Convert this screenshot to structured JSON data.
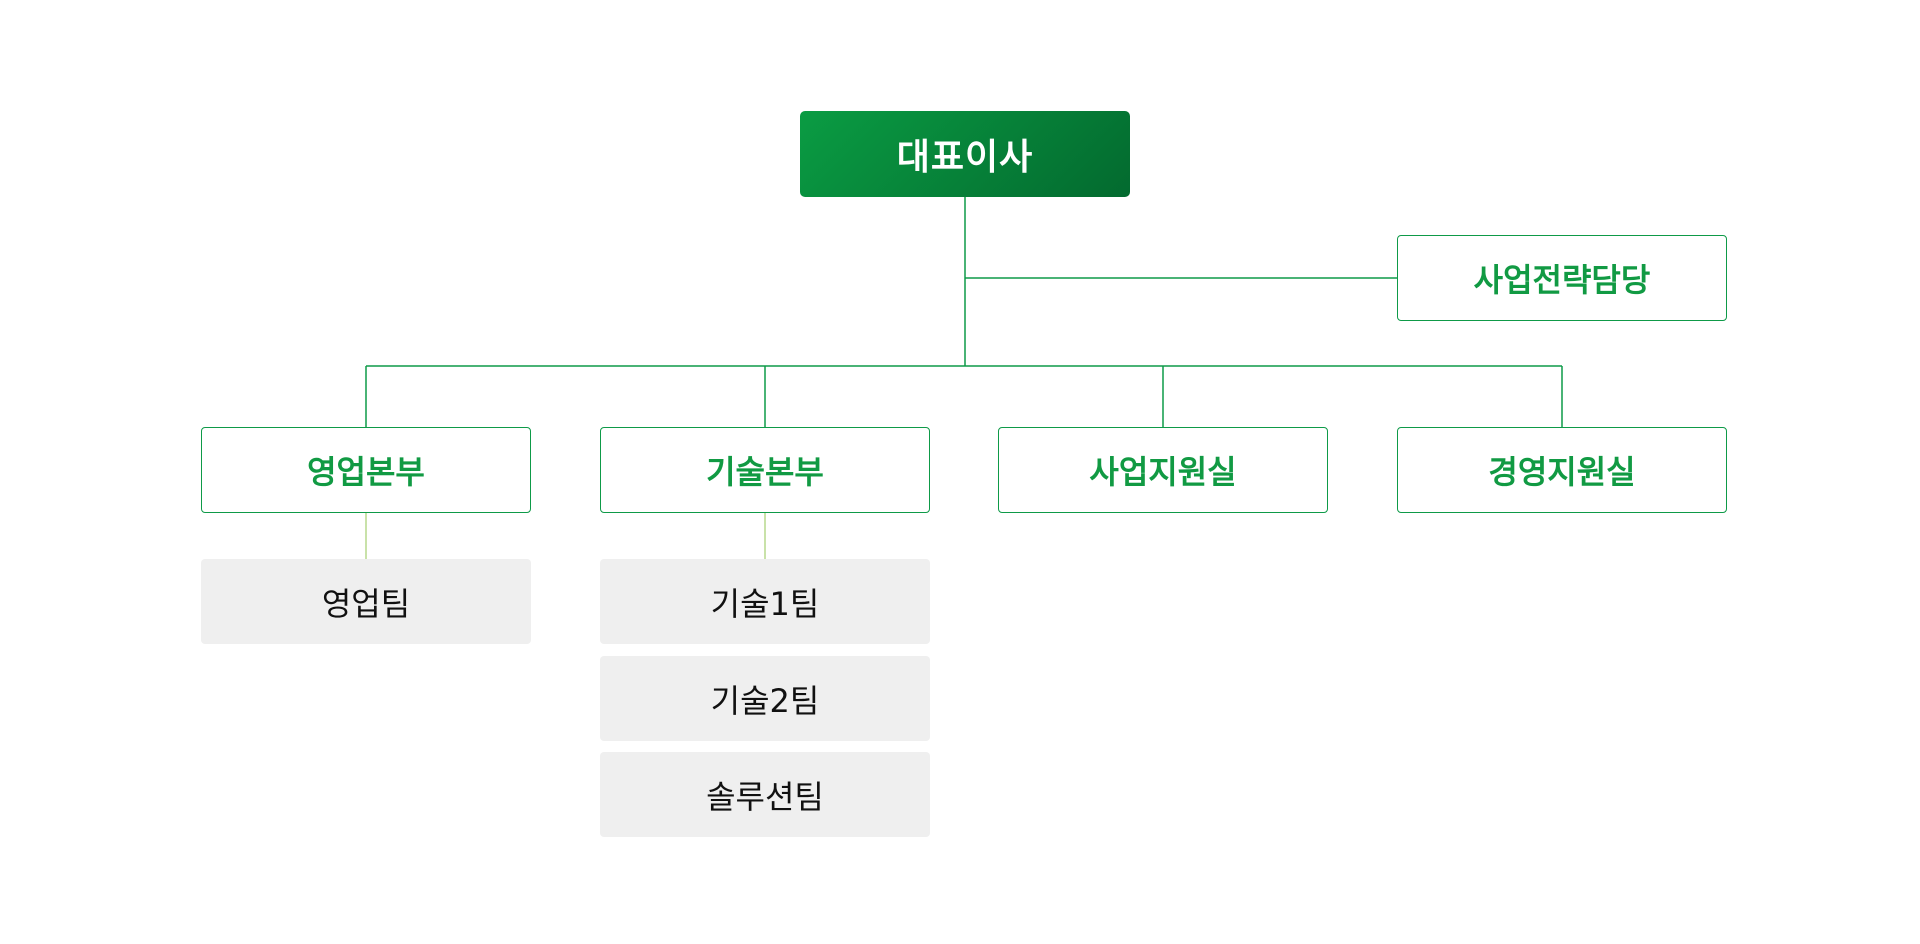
{
  "org_chart": {
    "root": {
      "label": "대표이사"
    },
    "staff": {
      "label": "사업전략담당"
    },
    "departments": [
      {
        "label": "영업본부",
        "teams": [
          "영업팀"
        ]
      },
      {
        "label": "기술본부",
        "teams": [
          "기술1팀",
          "기술2팀",
          "솔루션팀"
        ]
      },
      {
        "label": "사업지원실",
        "teams": []
      },
      {
        "label": "경영지원실",
        "teams": []
      }
    ]
  },
  "colors": {
    "root_gradient_start": "#0a9c43",
    "root_gradient_end": "#036a2f",
    "department_border": "#0e9a48",
    "department_text": "#119a43",
    "connector": "#0e9a48",
    "team_connector": "#b7d88c",
    "team_background": "#efefef",
    "team_text": "#111111"
  }
}
